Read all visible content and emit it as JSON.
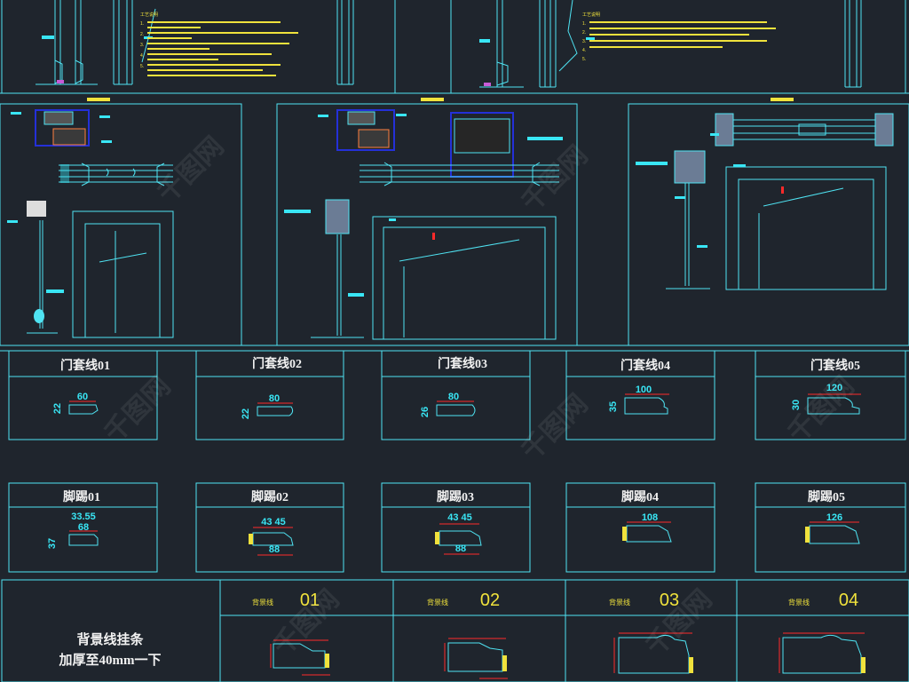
{
  "sheet": {
    "notes_left": [
      "工艺说明",
      "1.",
      "2.",
      "3.",
      "4.",
      "5."
    ],
    "notes_right": [
      "工艺说明",
      "1.",
      "2.",
      "3.",
      "4.",
      "5."
    ],
    "watermark": "千图网"
  },
  "door_casings": [
    {
      "title": "门套线01",
      "w": "60",
      "h": "22"
    },
    {
      "title": "门套线02",
      "w": "80",
      "h": "22"
    },
    {
      "title": "门套线03",
      "w": "80",
      "h": "26"
    },
    {
      "title": "门套线04",
      "w": "100",
      "h": "35"
    },
    {
      "title": "门套线05",
      "w": "120",
      "h": "30"
    }
  ],
  "baseboards": [
    {
      "title": "脚踢01",
      "top": "33.55",
      "mid": "68",
      "side": "37"
    },
    {
      "title": "脚踢02",
      "top": "43 45",
      "bottom": "88"
    },
    {
      "title": "脚踢03",
      "top": "43 45",
      "bottom": "88"
    },
    {
      "title": "脚踢04",
      "top": "108"
    },
    {
      "title": "脚踢05",
      "top": "126"
    }
  ],
  "background_lines": {
    "note_line1": "背景线挂条",
    "note_line2": "加厚至40mm一下",
    "items": [
      {
        "label": "背景线",
        "number": "01"
      },
      {
        "label": "背景线",
        "number": "02"
      },
      {
        "label": "背景线",
        "number": "03"
      },
      {
        "label": "背景线",
        "number": "04"
      }
    ]
  },
  "colors": {
    "background": "#1f252d",
    "line": "#4fe3f2",
    "dimension": "#39e6f5",
    "highlight": "#f0e23c",
    "accent_red": "#ff2a2a",
    "accent_blue": "#2430d8",
    "text": "#f2f2f2"
  }
}
